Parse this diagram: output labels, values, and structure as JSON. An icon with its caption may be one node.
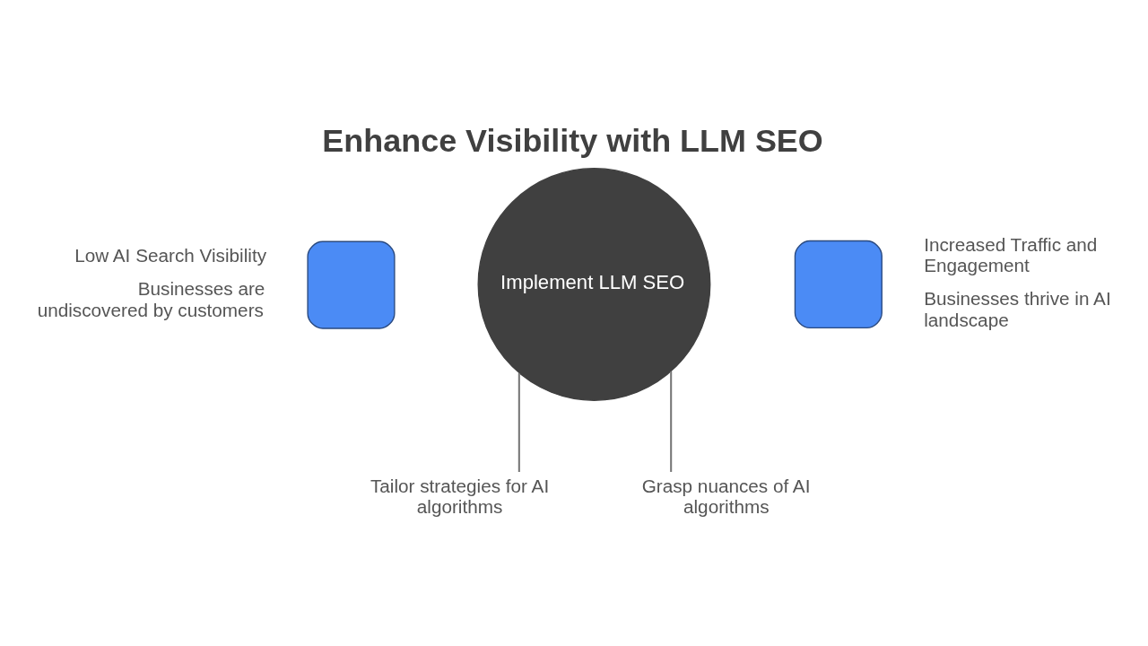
{
  "diagram": {
    "title": "Enhance Visibility with LLM SEO",
    "nodes": [
      {
        "text": [
          "Low AI Search Visibility",
          "Businesses are undiscovered by customers"
        ]
      },
      {
        "text": [
          "Implement LLM SEO"
        ]
      },
      {
        "text": [
          "Increased Traffic and Engagement",
          "Businesses thrive in AI landscape"
        ]
      },
      {
        "text": [
          "Tailor strategies for AI algorithms"
        ]
      },
      {
        "text": [
          "Grasp nuances of AI algorithms"
        ]
      }
    ],
    "edges": [
      {
        "from": 1,
        "to": 3,
        "arrow": "none"
      },
      {
        "from": 1,
        "to": 4,
        "arrow": "none"
      }
    ]
  }
}
